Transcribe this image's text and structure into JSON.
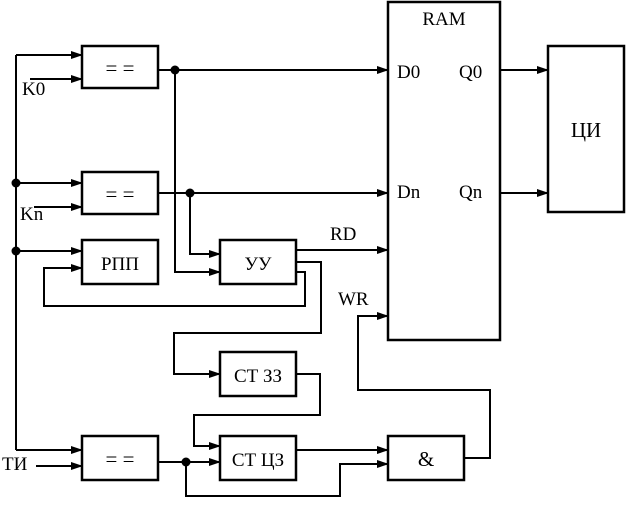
{
  "blocks": {
    "cmp_top": "= =",
    "cmp_mid": "= =",
    "cmp_bottom": "= =",
    "rpp": "РПП",
    "uu": "УУ",
    "st_zz": "СТ ЗЗ",
    "st_cz": "СТ ЦЗ",
    "and_gate": "&",
    "ram": "RAM",
    "ci": "ЦИ"
  },
  "ram_ports": {
    "d0": "D0",
    "dn": "Dn",
    "q0": "Q0",
    "qn": "Qn"
  },
  "signals": {
    "k0": "K0",
    "kn": "Kn",
    "ti": "ТИ",
    "rd": "RD",
    "wr": "WR"
  }
}
